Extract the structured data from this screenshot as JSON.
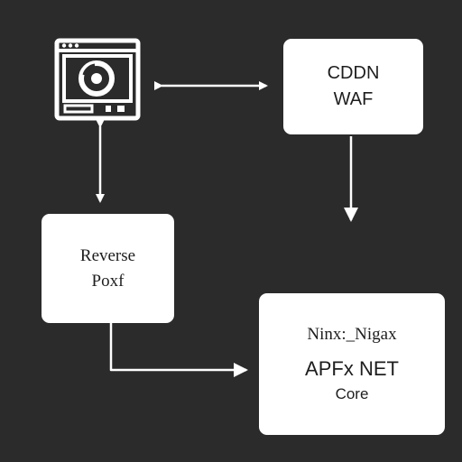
{
  "nodes": {
    "cdn": {
      "lines": [
        "CDDN",
        "WAF"
      ]
    },
    "proxy": {
      "lines": [
        "Reverse",
        "Poxf"
      ]
    },
    "app": {
      "lines": [
        "Ninx:_Nigax",
        "APFx NET",
        "Core"
      ]
    }
  },
  "icons": {
    "server": "browser-window-with-disc-icon"
  },
  "colors": {
    "background": "#2b2b2b",
    "box": "#ffffff",
    "line": "#ffffff",
    "text": "#1e1e1e"
  }
}
